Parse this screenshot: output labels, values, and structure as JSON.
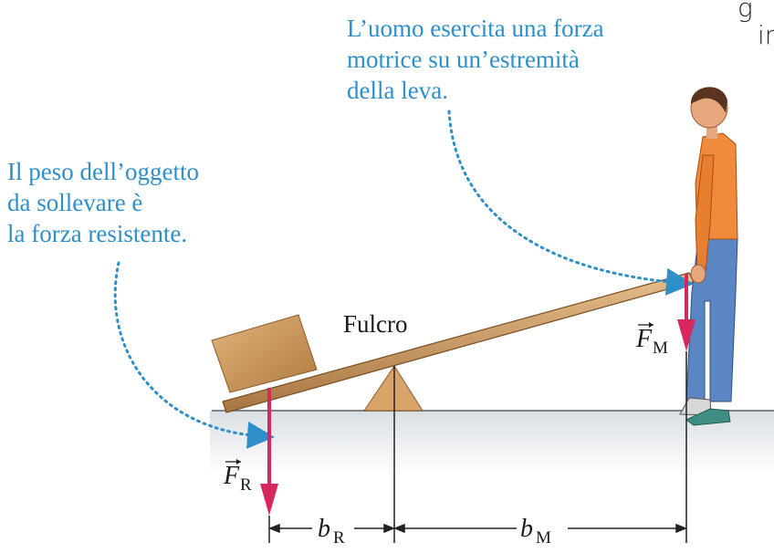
{
  "captions": {
    "man_force": [
      "L’uomo esercita una forza",
      "motrice su un’estremità",
      "della leva."
    ],
    "weight_force": [
      "Il peso dell’oggetto",
      "da sollevare è",
      "la forza resistente."
    ]
  },
  "labels": {
    "fulcrum": "Fulcro",
    "force_resistant": {
      "symbol": "F",
      "sub": "R"
    },
    "force_motive": {
      "symbol": "F",
      "sub": "M"
    },
    "arm_resistant": {
      "symbol": "b",
      "sub": "R"
    },
    "arm_motive": {
      "symbol": "b",
      "sub": "M"
    }
  },
  "corner_text": [
    "g",
    "in"
  ],
  "colors": {
    "caption": "#2e8fc9",
    "force_arrow": "#d6285f",
    "plank": "#c9955a",
    "box": "#c08a4f",
    "ground_shadow": "#d9dfe3"
  }
}
